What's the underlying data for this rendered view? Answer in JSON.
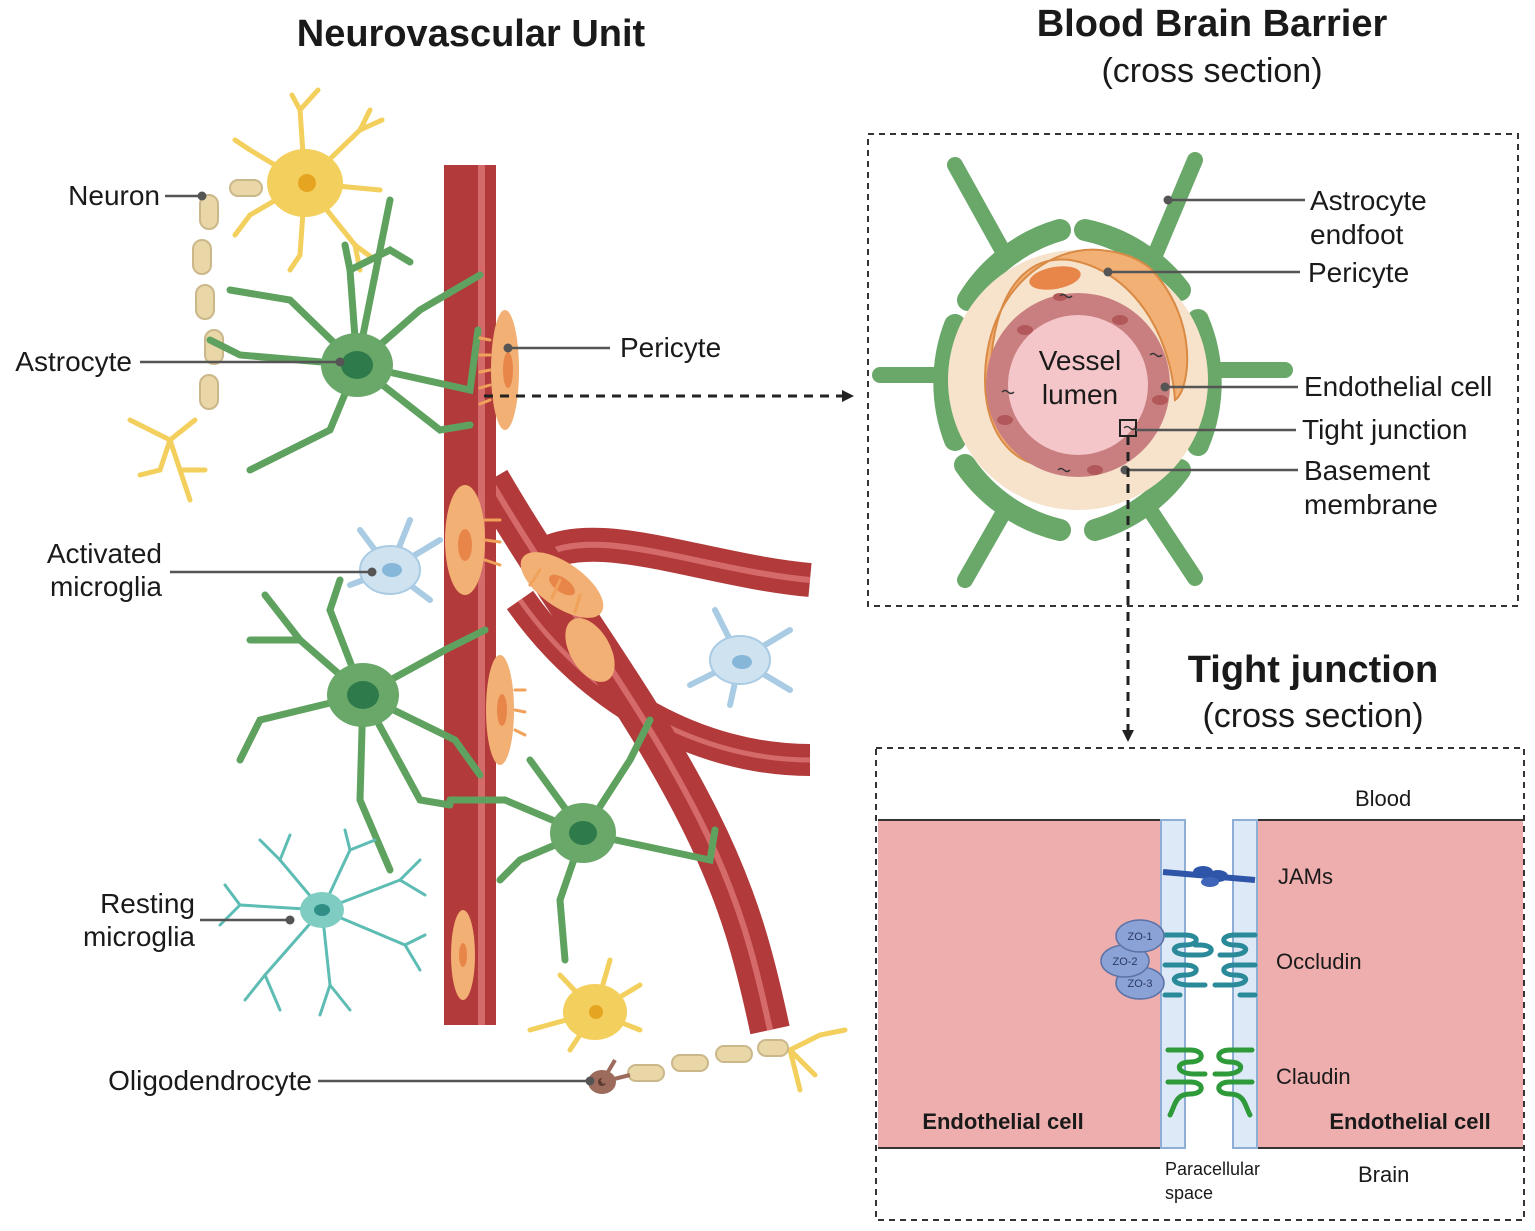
{
  "left_panel": {
    "title": "Neurovascular Unit",
    "labels": {
      "neuron": "Neuron",
      "astrocyte": "Astrocyte",
      "pericyte": "Pericyte",
      "activated_microglia_line1": "Activated",
      "activated_microglia_line2": "microglia",
      "resting_microglia_line1": "Resting",
      "resting_microglia_line2": "microglia",
      "oligodendrocyte": "Oligodendrocyte"
    }
  },
  "bbb_panel": {
    "title": "Blood Brain Barrier",
    "subtitle": "(cross section)",
    "center_line1": "Vessel",
    "center_line2": "lumen",
    "labels": {
      "astrocyte_endfoot_line1": "Astrocyte",
      "astrocyte_endfoot_line2": "endfoot",
      "pericyte": "Pericyte",
      "endothelial_cell": "Endothelial cell",
      "tight_junction": "Tight junction",
      "basement_membrane_line1": "Basement",
      "basement_membrane_line2": "membrane"
    }
  },
  "tj_panel": {
    "title": "Tight junction",
    "subtitle": "(cross section)",
    "labels": {
      "blood": "Blood",
      "brain": "Brain",
      "jams": "JAMs",
      "occludin": "Occludin",
      "claudin": "Claudin",
      "endothelial_left": "Endothelial cell",
      "endothelial_right": "Endothelial cell",
      "paracellular_line1": "Paracellular",
      "paracellular_line2": "space",
      "zo1": "ZO-1",
      "zo2": "ZO-2",
      "zo3": "ZO-3"
    }
  },
  "colors": {
    "vessel": "#b23a3a",
    "vessel_highlight": "#d56a6a",
    "astrocyte": "#6aa86a",
    "astrocyte_nucleus": "#2f7a4a",
    "neuron": "#f3cf5d",
    "pericyte": "#f2b074",
    "endothelium": "#eeaeae",
    "tj_membrane": "#cfe0f2",
    "zo_protein": "#8aa2d6",
    "occludin": "#2a8a99",
    "claudin": "#2f9a3a",
    "jams": "#2f55a8"
  }
}
